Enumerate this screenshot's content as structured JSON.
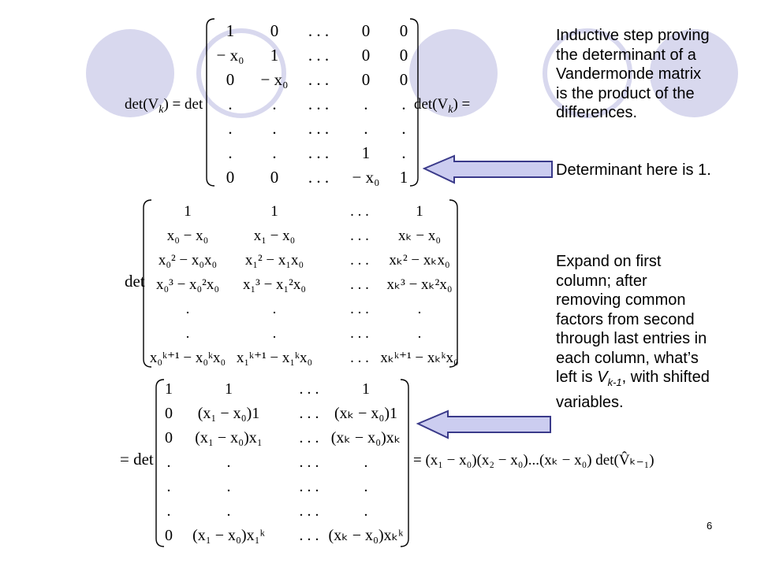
{
  "notes": {
    "top_lines": [
      "Inductive step proving",
      "the determinant of a",
      "Vandermonde matrix",
      "is the product of the",
      "differences."
    ],
    "determinant_note": "Determinant here is 1.",
    "expand_lines_1": [
      "Expand on first",
      "column; after",
      "removing common",
      "factors from second",
      "through last entries in",
      "each column, what’s"
    ],
    "expand_line_7": {
      "pre": "left is ",
      "var": "V",
      "sub": "k-1",
      "post": ", with shifted"
    },
    "expand_line_8": "variables."
  },
  "slide_number": "6",
  "colors": {
    "circle_fill": "#d8d8ee",
    "circle_ring": "#d8d8ee",
    "arrow_fill": "#cccdf0",
    "arrow_stroke": "#3a3a8a"
  },
  "matrix1": {
    "lhs": "det(V",
    "lhs_sub": "k",
    "lhs_rest": ") = det",
    "rhs": "det(V",
    "rhs_sub": "k",
    "rhs_rest": ") =",
    "rows": [
      [
        "1",
        "0",
        ". . .",
        "0",
        "0"
      ],
      [
        "− x₀",
        "1",
        ". . .",
        "0",
        "0"
      ],
      [
        "0",
        "− x₀",
        ". . .",
        "0",
        "0"
      ],
      [
        ".",
        ".",
        ". . .",
        ".",
        "."
      ],
      [
        ".",
        ".",
        ". . .",
        ".",
        "."
      ],
      [
        ".",
        ".",
        ". . .",
        "1",
        "."
      ],
      [
        "0",
        "0",
        ". . .",
        "− x₀",
        "1"
      ]
    ]
  },
  "matrix2": {
    "lhs": "det",
    "rows": [
      [
        "1",
        "1",
        ". . .",
        "1"
      ],
      [
        "x₀ − x₀",
        "x₁ − x₀",
        ". . .",
        "xₖ − x₀"
      ],
      [
        "x₀² − x₀x₀",
        "x₁² − x₁x₀",
        ". . .",
        "xₖ² − xₖx₀"
      ],
      [
        "x₀³ − x₀²x₀",
        "x₁³ − x₁²x₀",
        ". . .",
        "xₖ³ − xₖ²x₀"
      ],
      [
        ".",
        ".",
        ". . .",
        "."
      ],
      [
        ".",
        ".",
        ". . .",
        "."
      ],
      [
        "x₀ᵏ⁺¹ − x₀ᵏx₀",
        "x₁ᵏ⁺¹ − x₁ᵏx₀",
        ". . .",
        "xₖᵏ⁺¹ − xₖᵏx₀"
      ]
    ]
  },
  "matrix3": {
    "lhs": "= det",
    "rows": [
      [
        "1",
        "1",
        ". . .",
        "1"
      ],
      [
        "0",
        "(x₁ − x₀)1",
        ". . .",
        "(xₖ − x₀)1"
      ],
      [
        "0",
        "(x₁ − x₀)x₁",
        ". . .",
        "(xₖ − x₀)xₖ"
      ],
      [
        ".",
        ".",
        ". . .",
        "."
      ],
      [
        ".",
        ".",
        ". . .",
        "."
      ],
      [
        ".",
        ".",
        ". . .",
        "."
      ],
      [
        "0",
        "(x₁ − x₀)x₁ᵏ",
        ". . .",
        "(xₖ − x₀)xₖᵏ"
      ]
    ],
    "rhs": "= (x₁ − x₀)(x₂ − x₀)...(xₖ − x₀) det(V̂ₖ₋₁)"
  }
}
